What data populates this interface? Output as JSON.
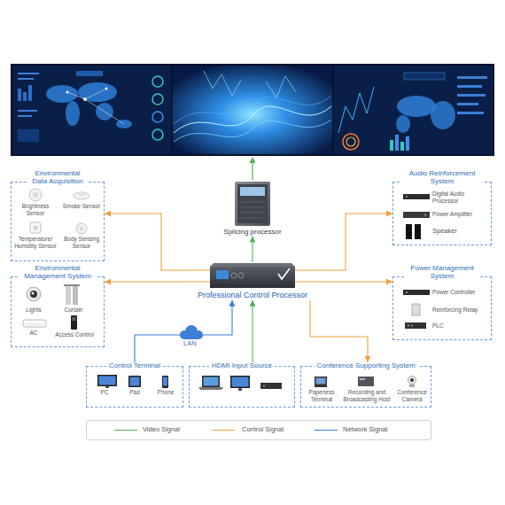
{
  "diagram": {
    "nodes": [
      {
        "text": [
          "Splicing processor"
        ]
      },
      {
        "text": [
          "Environmental Data Acquisition"
        ]
      },
      {
        "text": [
          "Brightness Sensor"
        ],
        "in": 1
      },
      {
        "text": [
          "Smoke Sensor"
        ],
        "in": 1
      },
      {
        "text": [
          "Temperature/ Humidity Sensor"
        ],
        "in": 1
      },
      {
        "text": [
          "Body Sensing Sensor"
        ],
        "in": 1
      },
      {
        "text": [
          "Audio Reinforcement System"
        ]
      },
      {
        "text": [
          "Digital Audio Processor"
        ],
        "in": 6
      },
      {
        "text": [
          "Power Amplifier"
        ],
        "in": 6
      },
      {
        "text": [
          "Speaker"
        ],
        "in": 6
      },
      {
        "text": [
          "Professional Control Processor"
        ]
      },
      {
        "text": [
          "Environmental Management System"
        ]
      },
      {
        "text": [
          "Lights"
        ],
        "in": 11
      },
      {
        "text": [
          "Curtain"
        ],
        "in": 11
      },
      {
        "text": [
          "AC"
        ],
        "in": 11
      },
      {
        "text": [
          "Access Control"
        ],
        "in": 11
      },
      {
        "text": [
          "Power Management System"
        ]
      },
      {
        "text": [
          "Power Controller"
        ],
        "in": 16
      },
      {
        "text": [
          "Reinforcing Relay"
        ],
        "in": 16
      },
      {
        "text": [
          "PLC"
        ],
        "in": 16
      },
      {
        "text": [
          "Control Terminal"
        ]
      },
      {
        "text": [
          "PC"
        ],
        "in": 20
      },
      {
        "text": [
          "Pad"
        ],
        "in": 20
      },
      {
        "text": [
          "Phone"
        ],
        "in": 20
      },
      {
        "text": [
          "HDMI Input Source"
        ]
      },
      {
        "text": [
          "Conference Supporting System"
        ]
      },
      {
        "text": [
          "Paperless Terminal"
        ],
        "in": 25
      },
      {
        "text": [
          "Recording and Broadcasting Host"
        ],
        "in": 25
      },
      {
        "text": [
          "Conference Camera"
        ],
        "in": 25
      }
    ],
    "edges": [
      {
        "from": 10,
        "to": 0,
        "arrow": "to"
      },
      {
        "from": 10,
        "to": 1,
        "arrow": "to"
      },
      {
        "from": 10,
        "to": 11,
        "arrow": "to"
      },
      {
        "from": 10,
        "to": 6,
        "arrow": "to"
      },
      {
        "from": 10,
        "to": 16,
        "arrow": "to"
      },
      {
        "from": 10,
        "to": 25,
        "arrow": "to"
      },
      {
        "from": 20,
        "to": 10,
        "label": "LAN",
        "arrow": "to"
      },
      {
        "from": 24,
        "to": 10,
        "arrow": "to"
      }
    ],
    "legend": [
      {
        "text": "Video Signal"
      },
      {
        "text": "Control Signal"
      },
      {
        "text": "Network Signal"
      }
    ]
  }
}
